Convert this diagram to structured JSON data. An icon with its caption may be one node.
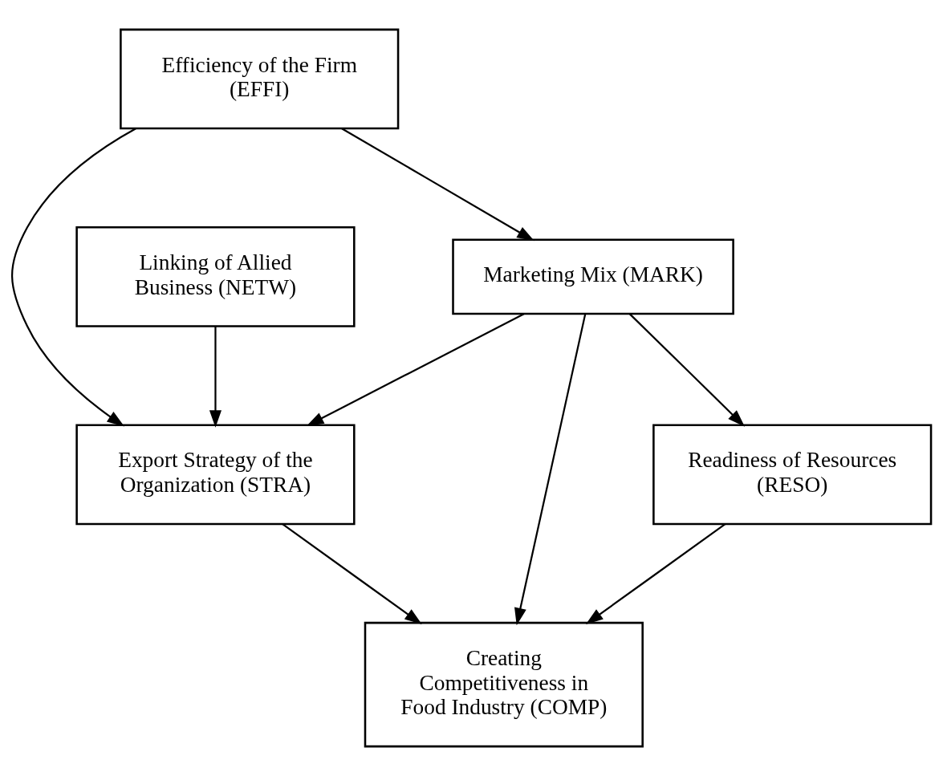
{
  "diagram": {
    "nodes": [
      {
        "text": [
          "Efficiency of the Firm (EFFI)"
        ]
      },
      {
        "text": [
          "Export Strategy of the Organization (STRA)"
        ]
      },
      {
        "text": [
          "Creating Competitiveness in Food Industry (COMP)"
        ]
      },
      {
        "text": [
          "Marketing Mix (MARK)"
        ]
      },
      {
        "text": [
          "Readiness of Resources (RESO)"
        ]
      },
      {
        "text": [
          "Linking of Allied Business (NETW)"
        ]
      }
    ],
    "edges": [
      {
        "from": 0,
        "to": 1,
        "arrow": "to"
      },
      {
        "from": 0,
        "to": 3,
        "arrow": "to"
      },
      {
        "from": 3,
        "to": 1,
        "arrow": "to"
      },
      {
        "from": 5,
        "to": 1,
        "arrow": "to"
      },
      {
        "from": 1,
        "to": 2,
        "arrow": "to"
      },
      {
        "from": 3,
        "to": 2,
        "arrow": "to"
      },
      {
        "from": 4,
        "to": 2,
        "arrow": "to"
      },
      {
        "from": 3,
        "to": 4,
        "arrow": "to"
      }
    ]
  }
}
